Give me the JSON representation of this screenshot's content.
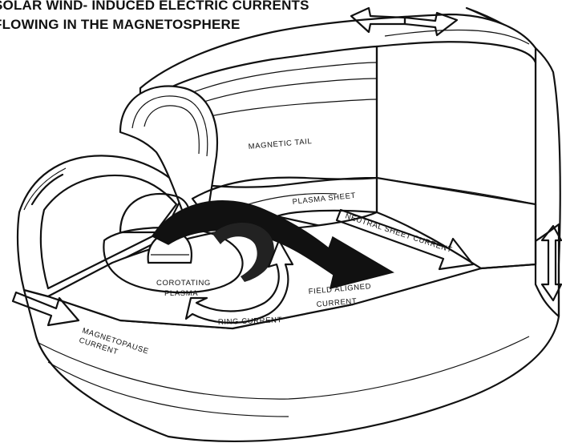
{
  "title": {
    "line1": "SOLAR WIND- INDUCED ELECTRIC CURRENTS",
    "line2": "FLOWING IN THE MAGNETOSPHERE"
  },
  "labels": {
    "magnetic_tail": "MAGNETIC TAIL",
    "plasma_sheet": "PLASMA SHEET",
    "neutral_sheet_current": "NEUTRAL SHEET CURRENT",
    "corotating": "COROTATING",
    "plasma": "PLASMA",
    "field_aligned": "FIELD ALIGNED",
    "field_aligned_current": "CURRENT",
    "ring_current": "RING CURRENT",
    "magnetopause": "MAGNETOPAUSE",
    "magnetopause_current": "CURRENT"
  },
  "colors": {
    "ink": "#111111",
    "paper": "#ffffff"
  }
}
